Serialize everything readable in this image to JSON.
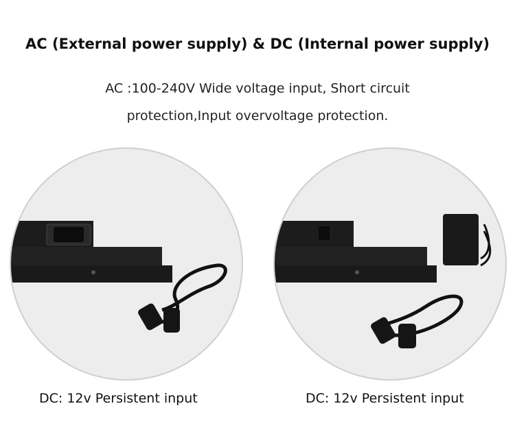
{
  "title": "AC (External power supply) & DC (Internal power supply)",
  "description": {
    "line1": "AC :100-240V Wide voltage input, Short circuit",
    "line2": "protection,Input overvoltage protection."
  },
  "panels": [
    {
      "caption": "DC: 12v Persistent input"
    },
    {
      "caption": "DC: 12v Persistent input"
    }
  ]
}
